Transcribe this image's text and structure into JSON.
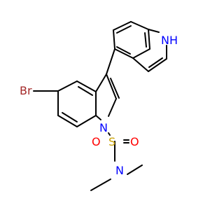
{
  "molecule": {
    "atoms": {
      "indole_nh": "NH",
      "bromine": "Br",
      "indole_n": "N",
      "sulfur": "S",
      "oxygen_top": "O",
      "oxygen_right": "O",
      "amide_n": "N"
    },
    "colors": {
      "bond": "#000000",
      "nitrogen": "#0000ff",
      "bromine": "#a52a2a",
      "sulfur": "#c8a000",
      "oxygen": "#ff0000"
    }
  }
}
